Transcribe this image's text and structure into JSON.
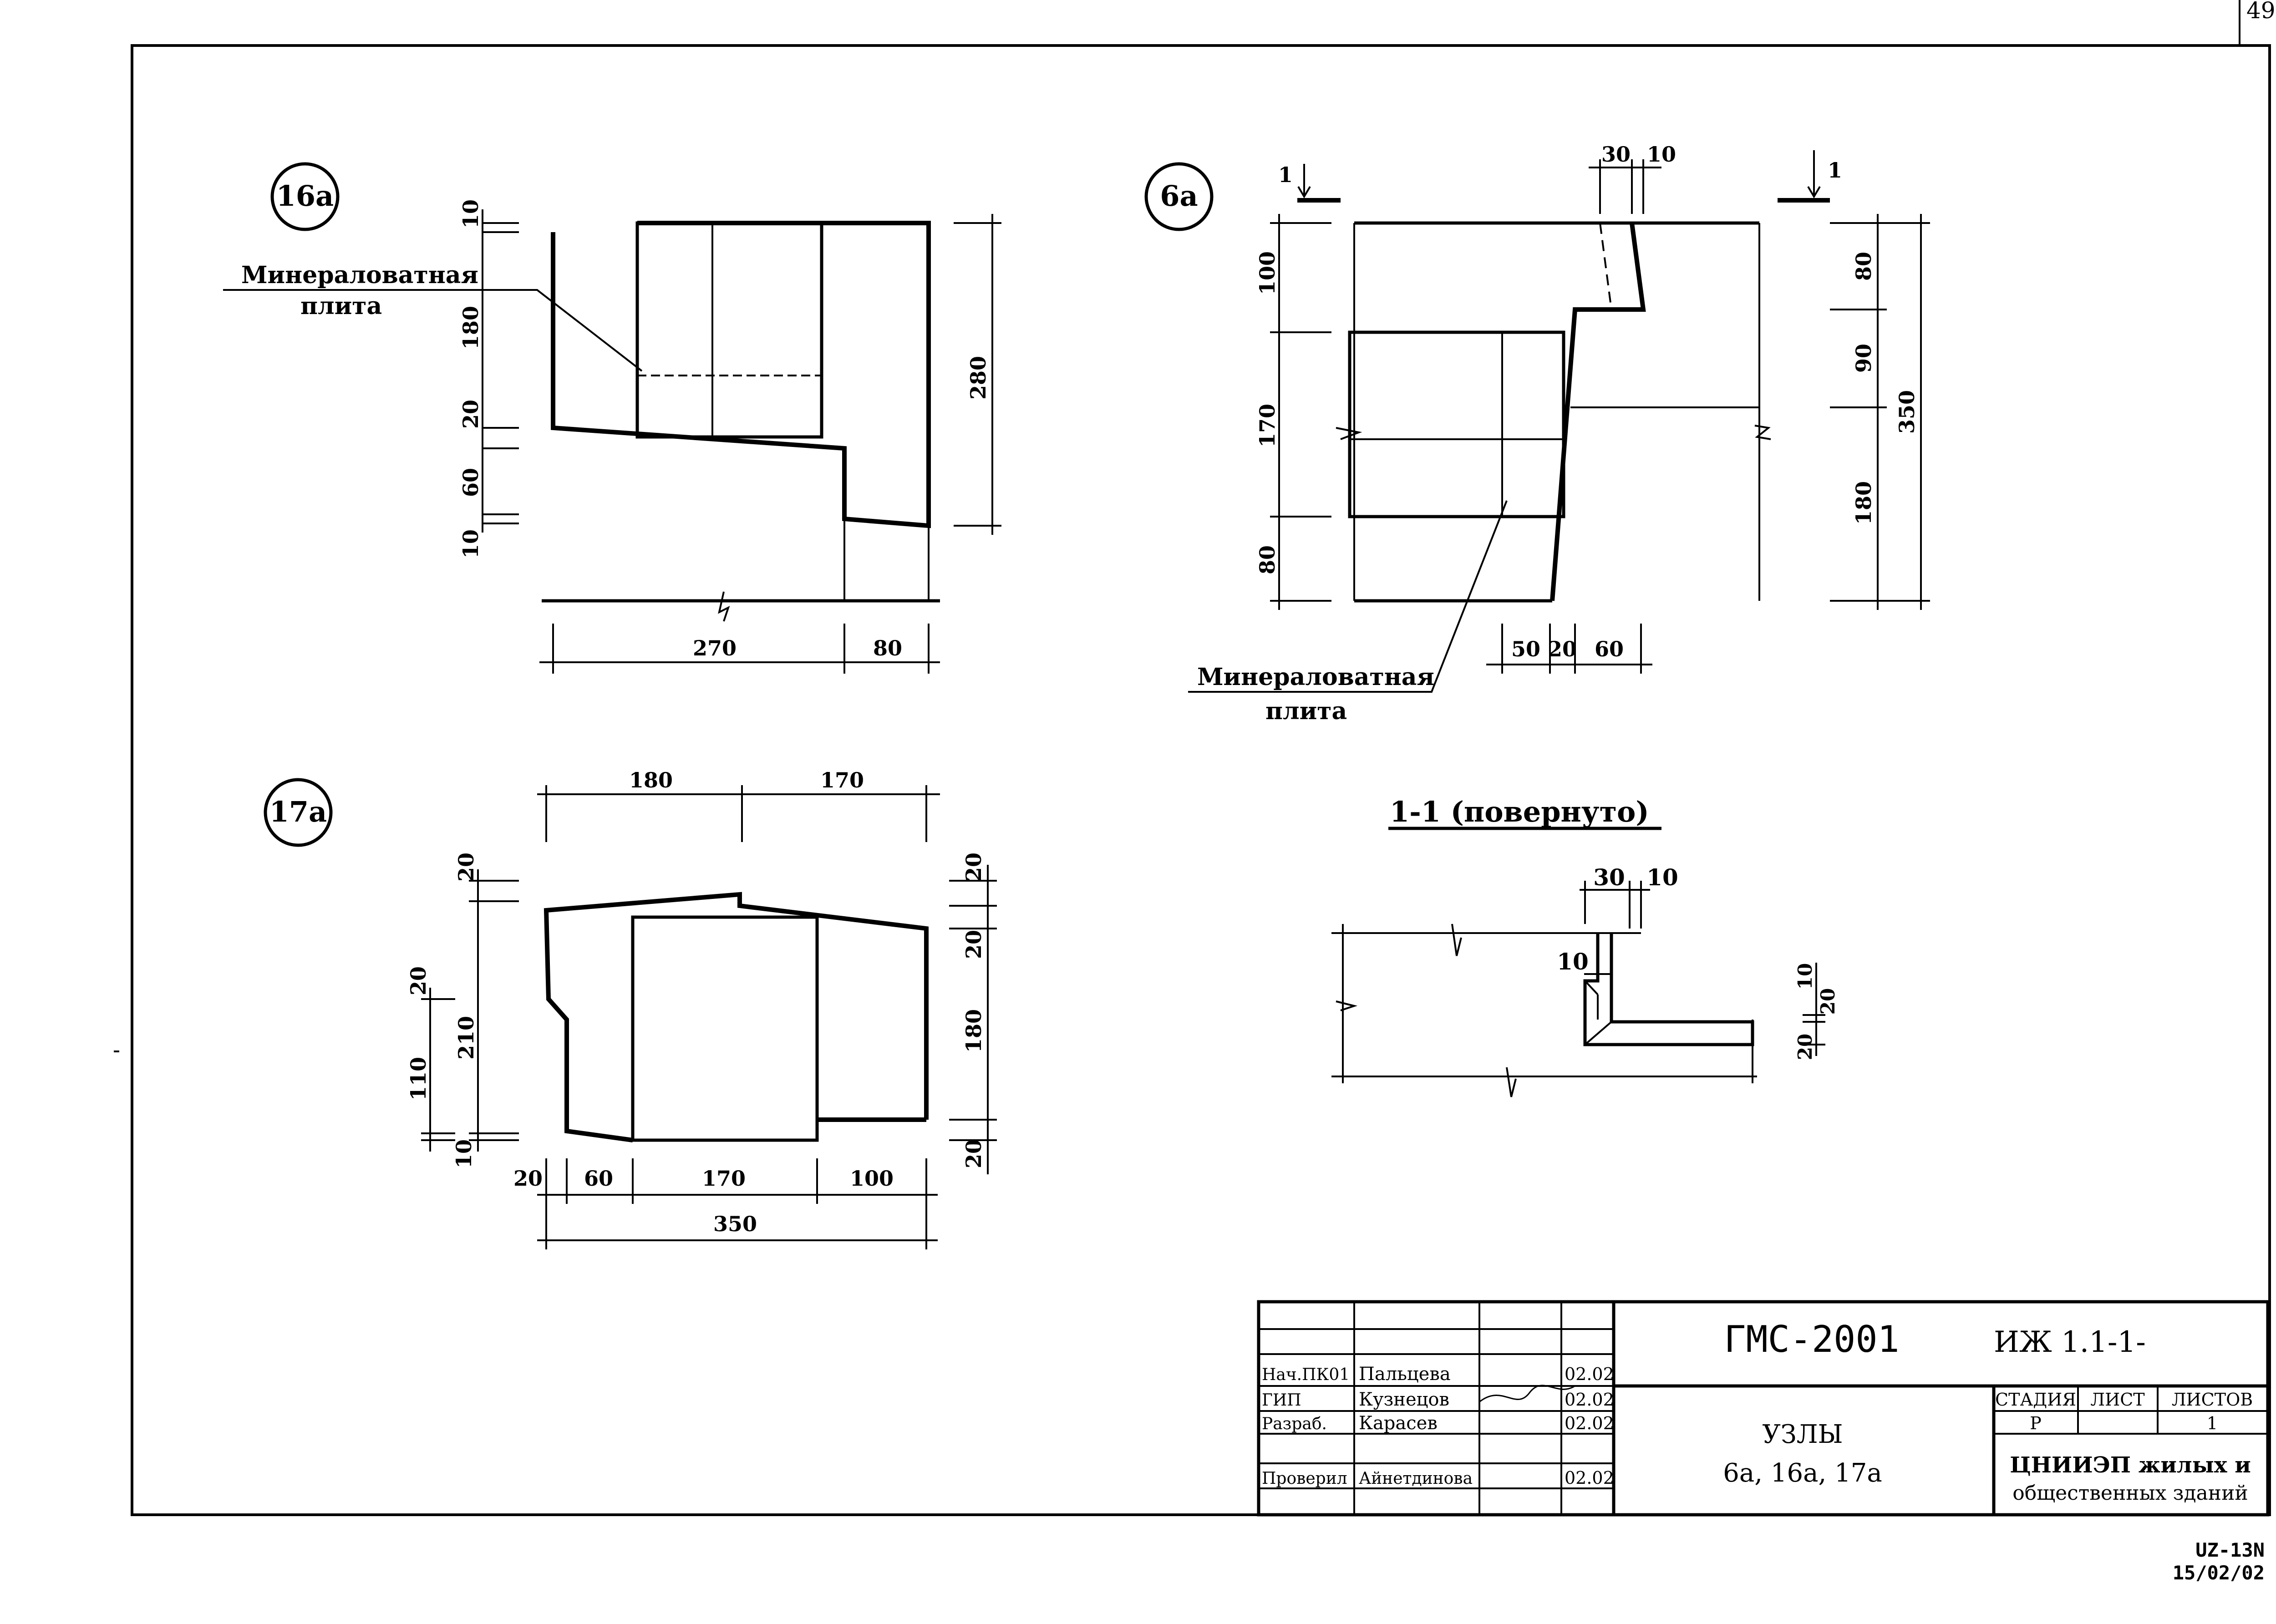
{
  "page_number": "49",
  "details": {
    "n16a": {
      "label": "16а",
      "material_label": [
        "Минераловатная",
        "плита"
      ],
      "dims_left": [
        "10",
        "180",
        "20",
        "60",
        "10"
      ],
      "dim_right": "280",
      "dims_bottom": [
        "270",
        "80"
      ]
    },
    "n6a": {
      "label": "6а",
      "cut_mark": "1",
      "dims_top": [
        "30",
        "10"
      ],
      "dims_left": [
        "100",
        "170",
        "80"
      ],
      "dims_right": [
        "80",
        "90",
        "180"
      ],
      "dim_right_total": "350",
      "dims_bottom": [
        "50",
        "20",
        "60"
      ],
      "material_label": [
        "Минераловатная",
        "плита"
      ]
    },
    "n17a": {
      "label": "17а",
      "dims_top": [
        "180",
        "170"
      ],
      "dims_left_outer": [
        "20",
        "110",
        "10"
      ],
      "dims_left_inner": [
        "20",
        "210"
      ],
      "dims_right": [
        "20",
        "20",
        "180",
        "20"
      ],
      "dims_bottom": [
        "20",
        "60",
        "170",
        "100"
      ],
      "dim_bottom_total": "350"
    },
    "section": {
      "title": "1-1 (повернуто)",
      "dims_top": [
        "30",
        "10"
      ],
      "dim_left": "10",
      "dims_right": [
        "10",
        "20",
        "20"
      ]
    }
  },
  "title_block": {
    "project_code": "ГМС-2001",
    "doc_code": "ИЖ 1.1-1-",
    "title": [
      "УЗЛЫ",
      "6а, 16а, 17а"
    ],
    "stage_headers": [
      "СТАДИЯ",
      "ЛИСТ",
      "ЛИСТОВ"
    ],
    "stage_values": [
      "Р",
      "",
      "1"
    ],
    "organization": [
      "ЦНИИЭП жилых и",
      "общественных зданий"
    ],
    "signatures": [
      {
        "role": "Нач.ПК01",
        "name": "Пальцева",
        "date": "02.02"
      },
      {
        "role": "ГИП",
        "name": "Кузнецов",
        "date": "02.02"
      },
      {
        "role": "Разраб.",
        "name": "Карасев",
        "date": "02.02"
      },
      {
        "role": "Проверил",
        "name": "Айнетдинова",
        "date": "02.02"
      }
    ]
  },
  "stamp": [
    "UZ-13N",
    "15/02/02"
  ]
}
